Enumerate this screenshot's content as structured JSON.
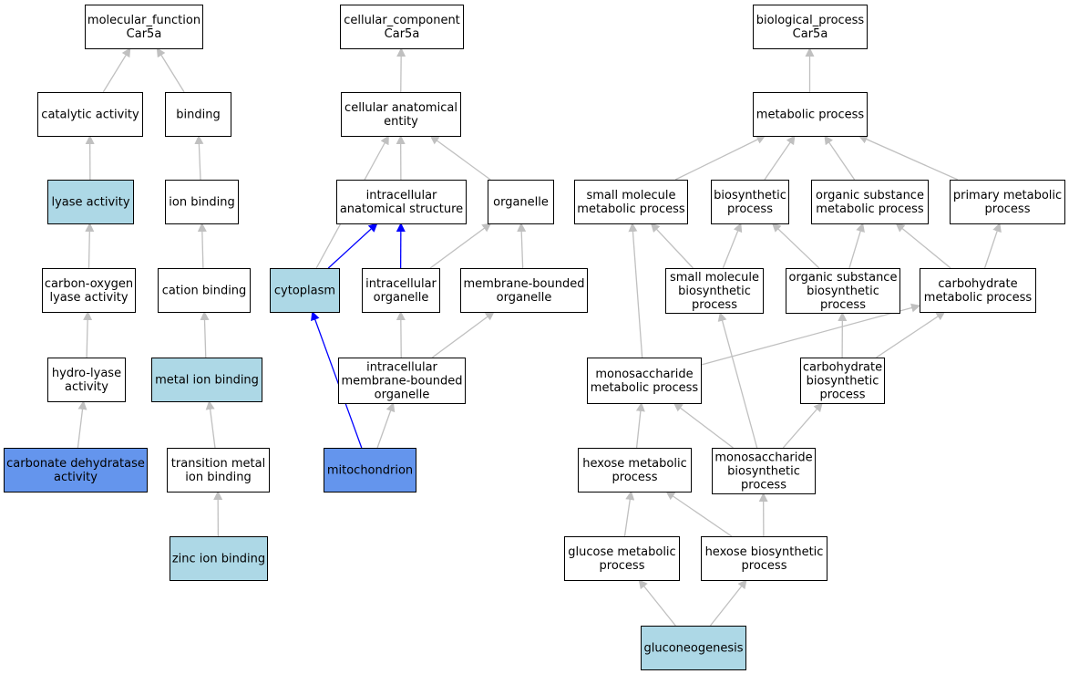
{
  "colors": {
    "plain": "#ffffff",
    "highlight": "#add8e6",
    "annotated": "#6495ed",
    "edge_default": "#c0c0c0",
    "edge_selected": "#0000ff"
  },
  "nodes": {
    "mf_root": {
      "lines": [
        "molecular_function",
        "Car5a"
      ],
      "style": "plain"
    },
    "catalytic": {
      "lines": [
        "catalytic activity"
      ],
      "style": "plain"
    },
    "binding": {
      "lines": [
        "binding"
      ],
      "style": "plain"
    },
    "lyase": {
      "lines": [
        "lyase activity"
      ],
      "style": "highlight"
    },
    "ion_binding": {
      "lines": [
        "ion binding"
      ],
      "style": "plain"
    },
    "co_lyase": {
      "lines": [
        "carbon-oxygen",
        "lyase activity"
      ],
      "style": "plain"
    },
    "cation_binding": {
      "lines": [
        "cation binding"
      ],
      "style": "plain"
    },
    "hydro_lyase": {
      "lines": [
        "hydro-lyase",
        "activity"
      ],
      "style": "plain"
    },
    "metal_ion": {
      "lines": [
        "metal ion binding"
      ],
      "style": "highlight"
    },
    "carb_dehyd": {
      "lines": [
        "carbonate dehydratase",
        "activity"
      ],
      "style": "annotated"
    },
    "trans_metal": {
      "lines": [
        "transition metal",
        "ion binding"
      ],
      "style": "plain"
    },
    "zinc": {
      "lines": [
        "zinc ion binding"
      ],
      "style": "highlight"
    },
    "cc_root": {
      "lines": [
        "cellular_component",
        "Car5a"
      ],
      "style": "plain"
    },
    "cae": {
      "lines": [
        "cellular anatomical",
        "entity"
      ],
      "style": "plain"
    },
    "ias": {
      "lines": [
        "intracellular",
        "anatomical structure"
      ],
      "style": "plain"
    },
    "organelle": {
      "lines": [
        "organelle"
      ],
      "style": "plain"
    },
    "cytoplasm": {
      "lines": [
        "cytoplasm"
      ],
      "style": "highlight"
    },
    "intra_org": {
      "lines": [
        "intracellular",
        "organelle"
      ],
      "style": "plain"
    },
    "mem_org": {
      "lines": [
        "membrane-bounded",
        "organelle"
      ],
      "style": "plain"
    },
    "imbo": {
      "lines": [
        "intracellular",
        "membrane-bounded",
        "organelle"
      ],
      "style": "plain"
    },
    "mito": {
      "lines": [
        "mitochondrion"
      ],
      "style": "annotated"
    },
    "bp_root": {
      "lines": [
        "biological_process",
        "Car5a"
      ],
      "style": "plain"
    },
    "metabolic": {
      "lines": [
        "metabolic process"
      ],
      "style": "plain"
    },
    "smp": {
      "lines": [
        "small molecule",
        "metabolic process"
      ],
      "style": "plain"
    },
    "biosyn": {
      "lines": [
        "biosynthetic",
        "process"
      ],
      "style": "plain"
    },
    "osmp": {
      "lines": [
        "organic substance",
        "metabolic process"
      ],
      "style": "plain"
    },
    "pmp": {
      "lines": [
        "primary metabolic",
        "process"
      ],
      "style": "plain"
    },
    "smbp": {
      "lines": [
        "small molecule",
        "biosynthetic",
        "process"
      ],
      "style": "plain"
    },
    "osbp": {
      "lines": [
        "organic substance",
        "biosynthetic",
        "process"
      ],
      "style": "plain"
    },
    "cmp": {
      "lines": [
        "carbohydrate",
        "metabolic process"
      ],
      "style": "plain"
    },
    "mmp": {
      "lines": [
        "monosaccharide",
        "metabolic process"
      ],
      "style": "plain"
    },
    "cbp": {
      "lines": [
        "carbohydrate",
        "biosynthetic",
        "process"
      ],
      "style": "plain"
    },
    "hmp": {
      "lines": [
        "hexose metabolic",
        "process"
      ],
      "style": "plain"
    },
    "mbp": {
      "lines": [
        "monosaccharide",
        "biosynthetic",
        "process"
      ],
      "style": "plain"
    },
    "gmp": {
      "lines": [
        "glucose metabolic",
        "process"
      ],
      "style": "plain"
    },
    "hbp": {
      "lines": [
        "hexose biosynthetic",
        "process"
      ],
      "style": "plain"
    },
    "gluco": {
      "lines": [
        "gluconeogenesis"
      ],
      "style": "highlight"
    }
  },
  "edges": [
    {
      "from": "catalytic",
      "to": "mf_root"
    },
    {
      "from": "binding",
      "to": "mf_root"
    },
    {
      "from": "lyase",
      "to": "catalytic"
    },
    {
      "from": "ion_binding",
      "to": "binding"
    },
    {
      "from": "co_lyase",
      "to": "lyase"
    },
    {
      "from": "cation_binding",
      "to": "ion_binding"
    },
    {
      "from": "hydro_lyase",
      "to": "co_lyase"
    },
    {
      "from": "metal_ion",
      "to": "cation_binding"
    },
    {
      "from": "carb_dehyd",
      "to": "hydro_lyase"
    },
    {
      "from": "trans_metal",
      "to": "metal_ion"
    },
    {
      "from": "zinc",
      "to": "trans_metal"
    },
    {
      "from": "cae",
      "to": "cc_root"
    },
    {
      "from": "ias",
      "to": "cae"
    },
    {
      "from": "organelle",
      "to": "cae"
    },
    {
      "from": "cytoplasm",
      "to": "cae"
    },
    {
      "from": "cytoplasm",
      "to": "ias",
      "selected": true
    },
    {
      "from": "intra_org",
      "to": "ias",
      "selected": true
    },
    {
      "from": "intra_org",
      "to": "organelle"
    },
    {
      "from": "mem_org",
      "to": "organelle"
    },
    {
      "from": "imbo",
      "to": "intra_org"
    },
    {
      "from": "imbo",
      "to": "mem_org"
    },
    {
      "from": "mito",
      "to": "cytoplasm",
      "selected": true
    },
    {
      "from": "mito",
      "to": "imbo"
    },
    {
      "from": "metabolic",
      "to": "bp_root"
    },
    {
      "from": "smp",
      "to": "metabolic"
    },
    {
      "from": "biosyn",
      "to": "metabolic"
    },
    {
      "from": "osmp",
      "to": "metabolic"
    },
    {
      "from": "pmp",
      "to": "metabolic"
    },
    {
      "from": "smbp",
      "to": "smp"
    },
    {
      "from": "smbp",
      "to": "biosyn"
    },
    {
      "from": "osbp",
      "to": "biosyn"
    },
    {
      "from": "osbp",
      "to": "osmp"
    },
    {
      "from": "cmp",
      "to": "osmp"
    },
    {
      "from": "cmp",
      "to": "pmp"
    },
    {
      "from": "mmp",
      "to": "smp"
    },
    {
      "from": "mmp",
      "to": "cmp"
    },
    {
      "from": "cbp",
      "to": "osbp"
    },
    {
      "from": "cbp",
      "to": "cmp"
    },
    {
      "from": "hmp",
      "to": "mmp"
    },
    {
      "from": "mbp",
      "to": "mmp"
    },
    {
      "from": "mbp",
      "to": "smbp"
    },
    {
      "from": "mbp",
      "to": "cbp"
    },
    {
      "from": "gmp",
      "to": "hmp"
    },
    {
      "from": "hbp",
      "to": "hmp"
    },
    {
      "from": "hbp",
      "to": "mbp"
    },
    {
      "from": "gluco",
      "to": "gmp"
    },
    {
      "from": "gluco",
      "to": "hbp"
    }
  ]
}
